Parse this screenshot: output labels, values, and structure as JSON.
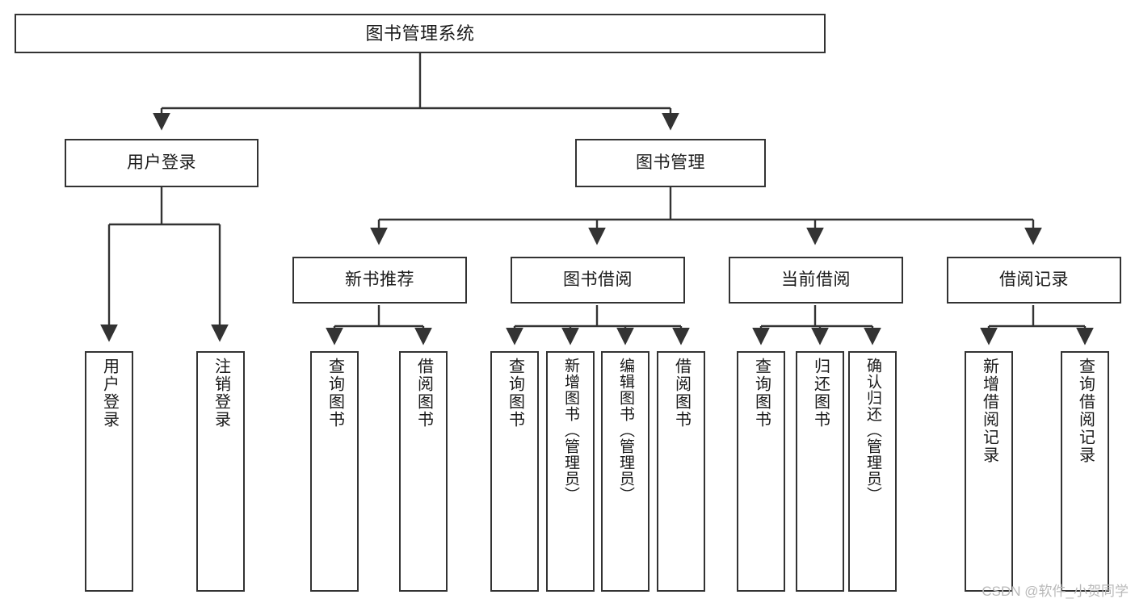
{
  "diagram": {
    "type": "tree-hierarchy-chart",
    "title": "图书管理系统",
    "orientation": "top-down",
    "colors": {
      "box_border": "#333333",
      "box_fill": "#ffffff",
      "edge": "#333333",
      "text": "#1a1a1a",
      "watermark": "#b9b9b9",
      "background": "#ffffff"
    },
    "root": {
      "id": "root",
      "label": "图书管理系统"
    },
    "level2": [
      {
        "id": "user-login",
        "label": "用户登录"
      },
      {
        "id": "book-management",
        "label": "图书管理"
      }
    ],
    "level3": [
      {
        "id": "new-book-recommend",
        "label": "新书推荐",
        "parent": "book-management"
      },
      {
        "id": "book-borrow",
        "label": "图书借阅",
        "parent": "book-management"
      },
      {
        "id": "current-borrow",
        "label": "当前借阅",
        "parent": "book-management"
      },
      {
        "id": "borrow-record",
        "label": "借阅记录",
        "parent": "book-management"
      }
    ],
    "leaves": {
      "user_login": [
        {
          "id": "leaf-user-login",
          "label": "用户登录"
        },
        {
          "id": "leaf-logout",
          "label": "注销登录"
        }
      ],
      "new_book_recommend": [
        {
          "id": "leaf-query-book-1",
          "label": "查询图书"
        },
        {
          "id": "leaf-borrow-book-1",
          "label": "借阅图书"
        }
      ],
      "book_borrow": [
        {
          "id": "leaf-query-book-2",
          "label": "查询图书"
        },
        {
          "id": "leaf-add-book",
          "label": "新增图书（管理员）"
        },
        {
          "id": "leaf-edit-book",
          "label": "编辑图书（管理员）"
        },
        {
          "id": "leaf-borrow-book-2",
          "label": "借阅图书"
        }
      ],
      "current_borrow": [
        {
          "id": "leaf-query-book-3",
          "label": "查询图书"
        },
        {
          "id": "leaf-return-book",
          "label": "归还图书"
        },
        {
          "id": "leaf-confirm-return",
          "label": "确认归还（管理员）"
        }
      ],
      "borrow_record": [
        {
          "id": "leaf-add-record",
          "label": "新增借阅记录"
        },
        {
          "id": "leaf-query-record",
          "label": "查询借阅记录"
        }
      ]
    }
  },
  "watermark": {
    "text": "CSDN @软件_小贺同学"
  }
}
